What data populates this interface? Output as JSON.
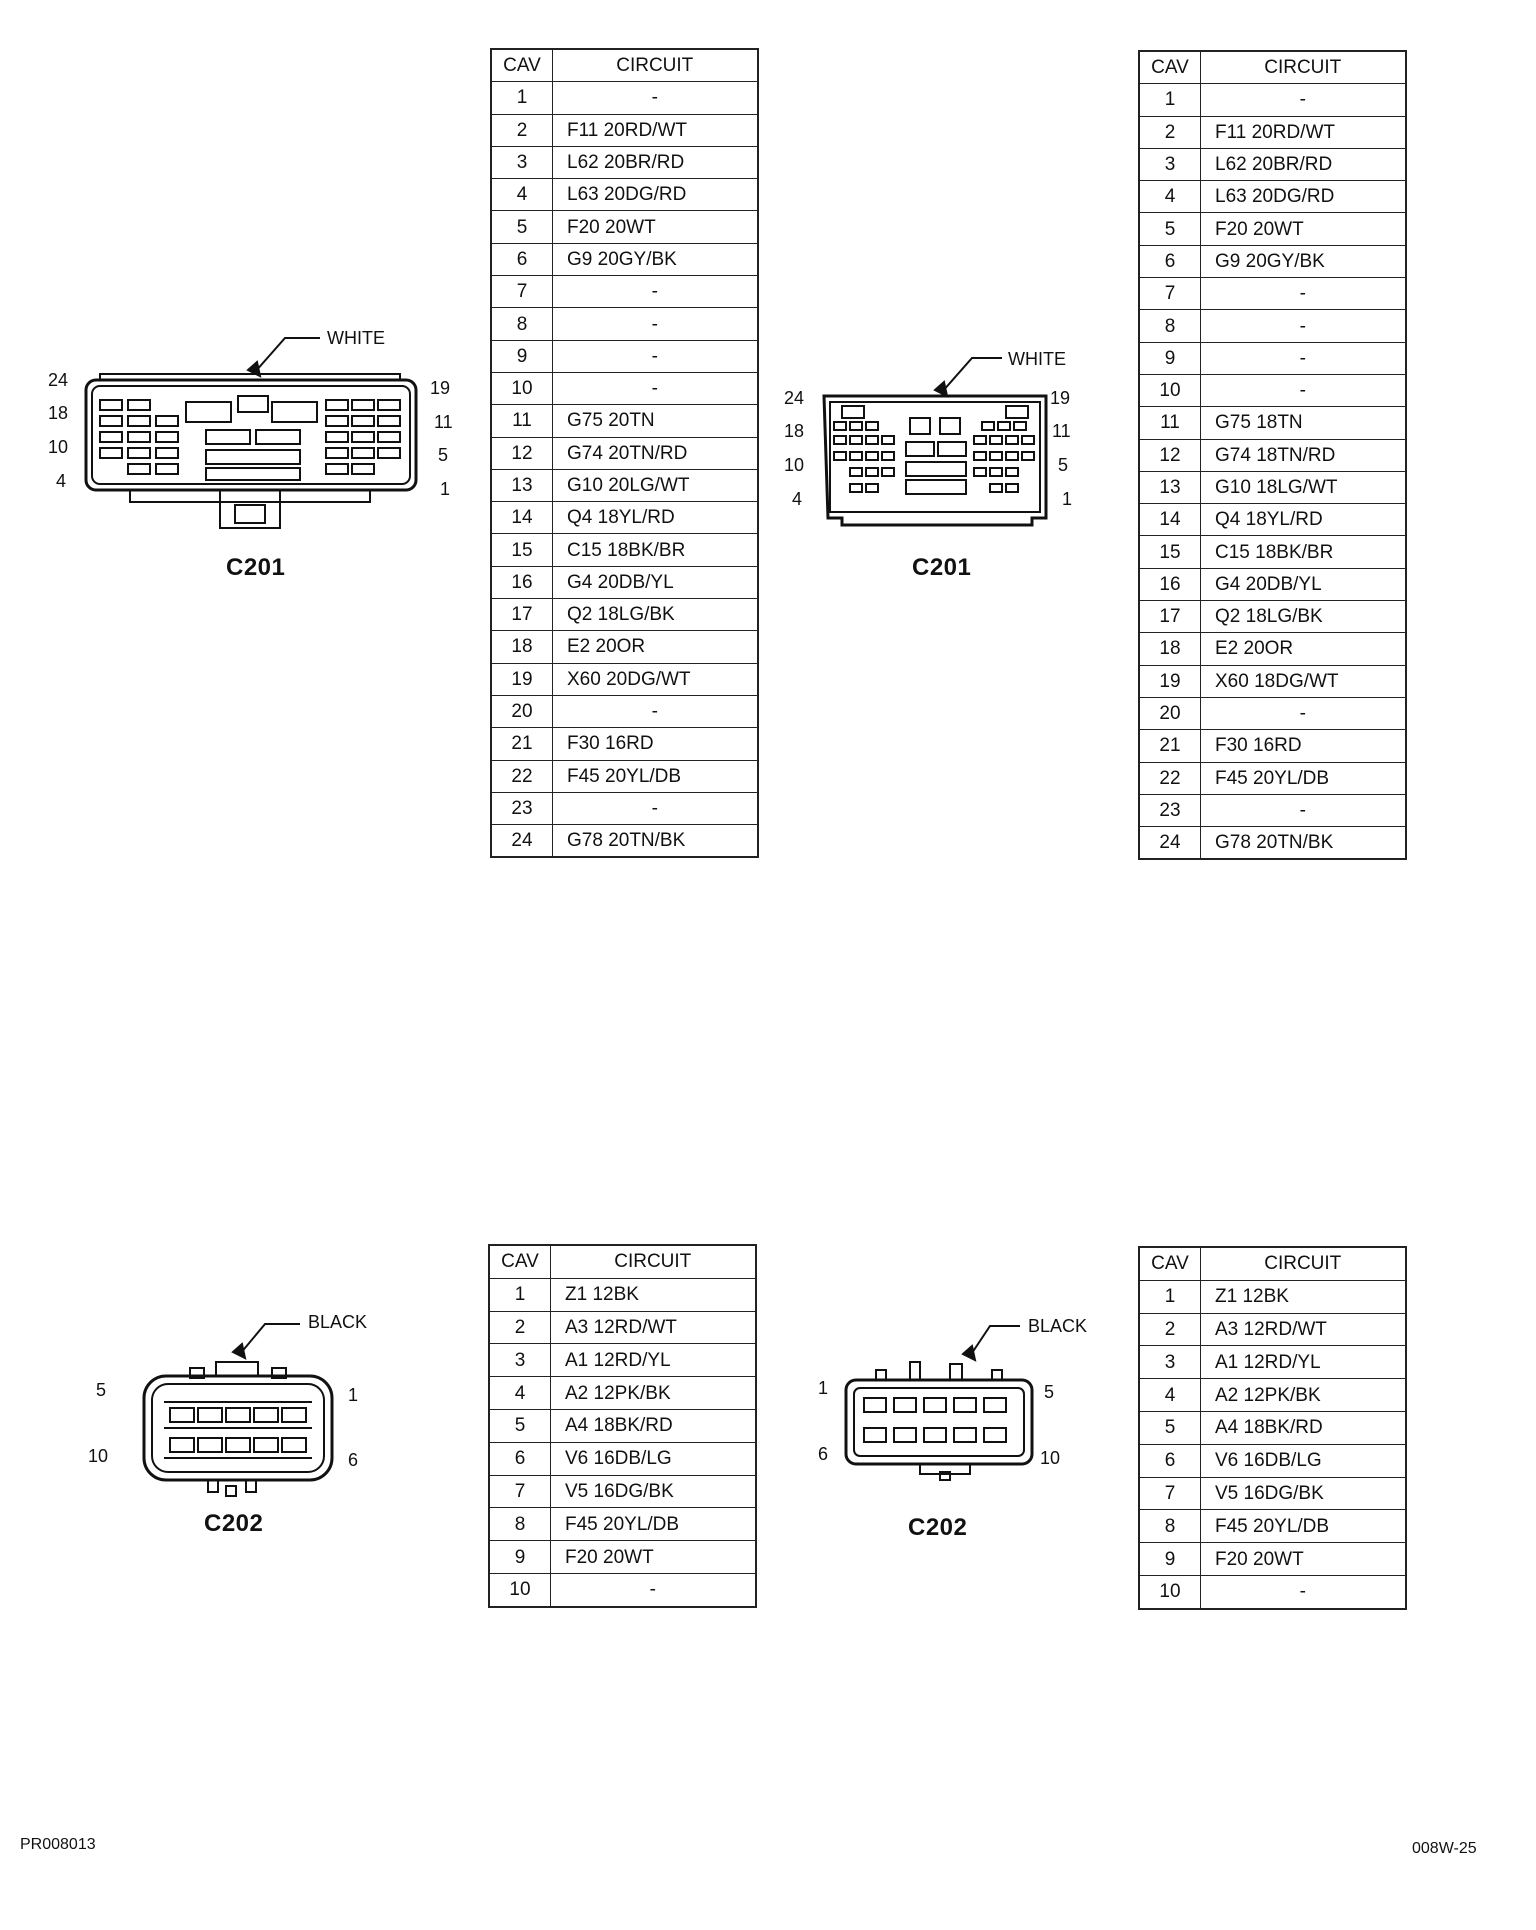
{
  "table_header": {
    "cav": "CAV",
    "circuit": "CIRCUIT"
  },
  "connectors": [
    {
      "name": "C201",
      "color": "WHITE",
      "pins": {
        "top_left": "24",
        "row2_left": "18",
        "row3_left": "10",
        "bottom_left": "4",
        "top_right": "19",
        "row2_right": "11",
        "row3_right": "5",
        "bottom_right": "1"
      },
      "rows": [
        [
          "1",
          "-"
        ],
        [
          "2",
          "F11 20RD/WT"
        ],
        [
          "3",
          "L62 20BR/RD"
        ],
        [
          "4",
          "L63 20DG/RD"
        ],
        [
          "5",
          "F20 20WT"
        ],
        [
          "6",
          "G9 20GY/BK"
        ],
        [
          "7",
          "-"
        ],
        [
          "8",
          "-"
        ],
        [
          "9",
          "-"
        ],
        [
          "10",
          "-"
        ],
        [
          "11",
          "G75 20TN"
        ],
        [
          "12",
          "G74 20TN/RD"
        ],
        [
          "13",
          "G10 20LG/WT"
        ],
        [
          "14",
          "Q4 18YL/RD"
        ],
        [
          "15",
          "C15 18BK/BR"
        ],
        [
          "16",
          "G4 20DB/YL"
        ],
        [
          "17",
          "Q2 18LG/BK"
        ],
        [
          "18",
          "E2 20OR"
        ],
        [
          "19",
          "X60 20DG/WT"
        ],
        [
          "20",
          "-"
        ],
        [
          "21",
          "F30 16RD"
        ],
        [
          "22",
          "F45 20YL/DB"
        ],
        [
          "23",
          "-"
        ],
        [
          "24",
          "G78 20TN/BK"
        ]
      ]
    },
    {
      "name": "C201",
      "color": "WHITE",
      "pins": {
        "top_left": "24",
        "row2_left": "18",
        "row3_left": "10",
        "bottom_left": "4",
        "top_right": "19",
        "row2_right": "11",
        "row3_right": "5",
        "bottom_right": "1"
      },
      "rows": [
        [
          "1",
          "-"
        ],
        [
          "2",
          "F11 20RD/WT"
        ],
        [
          "3",
          "L62 20BR/RD"
        ],
        [
          "4",
          "L63 20DG/RD"
        ],
        [
          "5",
          "F20 20WT"
        ],
        [
          "6",
          "G9 20GY/BK"
        ],
        [
          "7",
          "-"
        ],
        [
          "8",
          "-"
        ],
        [
          "9",
          "-"
        ],
        [
          "10",
          "-"
        ],
        [
          "11",
          "G75 18TN"
        ],
        [
          "12",
          "G74 18TN/RD"
        ],
        [
          "13",
          "G10 18LG/WT"
        ],
        [
          "14",
          "Q4 18YL/RD"
        ],
        [
          "15",
          "C15 18BK/BR"
        ],
        [
          "16",
          "G4 20DB/YL"
        ],
        [
          "17",
          "Q2 18LG/BK"
        ],
        [
          "18",
          "E2 20OR"
        ],
        [
          "19",
          "X60 18DG/WT"
        ],
        [
          "20",
          "-"
        ],
        [
          "21",
          "F30 16RD"
        ],
        [
          "22",
          "F45 20YL/DB"
        ],
        [
          "23",
          "-"
        ],
        [
          "24",
          "G78 20TN/BK"
        ]
      ]
    },
    {
      "name": "C202",
      "color": "BLACK",
      "pins": {
        "top_left": "5",
        "top_right": "1",
        "bottom_left": "10",
        "bottom_right": "6"
      },
      "rows": [
        [
          "1",
          "Z1 12BK"
        ],
        [
          "2",
          "A3 12RD/WT"
        ],
        [
          "3",
          "A1 12RD/YL"
        ],
        [
          "4",
          "A2 12PK/BK"
        ],
        [
          "5",
          "A4 18BK/RD"
        ],
        [
          "6",
          "V6 16DB/LG"
        ],
        [
          "7",
          "V5 16DG/BK"
        ],
        [
          "8",
          "F45 20YL/DB"
        ],
        [
          "9",
          "F20 20WT"
        ],
        [
          "10",
          "-"
        ]
      ]
    },
    {
      "name": "C202",
      "color": "BLACK",
      "pins": {
        "top_left": "1",
        "top_right": "5",
        "bottom_left": "6",
        "bottom_right": "10"
      },
      "rows": [
        [
          "1",
          "Z1 12BK"
        ],
        [
          "2",
          "A3 12RD/WT"
        ],
        [
          "3",
          "A1 12RD/YL"
        ],
        [
          "4",
          "A2 12PK/BK"
        ],
        [
          "5",
          "A4 18BK/RD"
        ],
        [
          "6",
          "V6 16DB/LG"
        ],
        [
          "7",
          "V5 16DG/BK"
        ],
        [
          "8",
          "F45 20YL/DB"
        ],
        [
          "9",
          "F20 20WT"
        ],
        [
          "10",
          "-"
        ]
      ]
    }
  ],
  "footer": {
    "left": "PR008013",
    "right": "008W-25"
  }
}
